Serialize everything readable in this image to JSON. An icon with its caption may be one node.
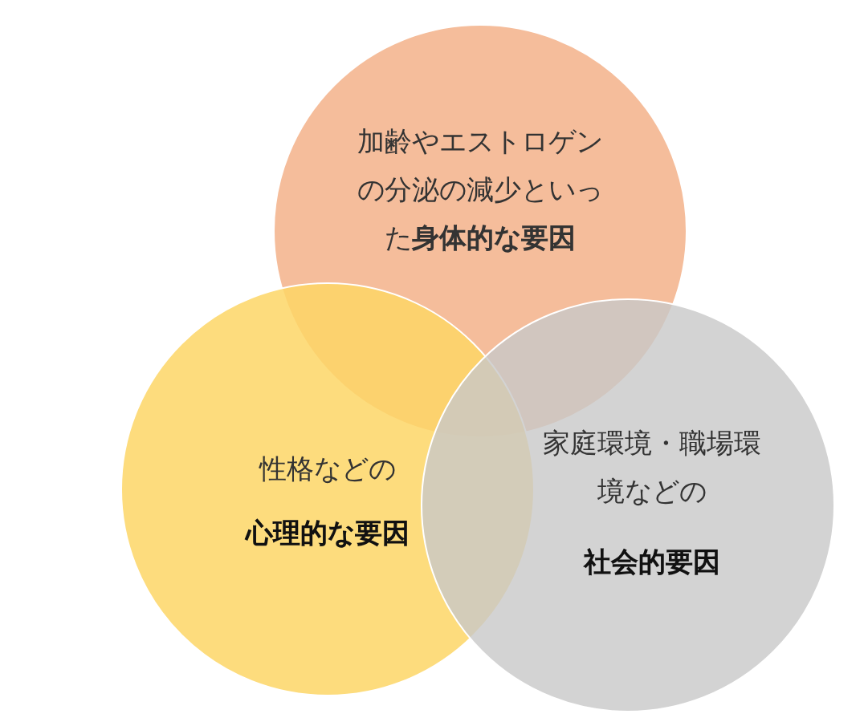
{
  "diagram": {
    "nodes": [
      {
        "text": [
          "加齢やエストロゲンの分泌の減少といった**身体的な要因**"
        ]
      },
      {
        "text": [
          "性格などの",
          "心理的な要因"
        ]
      },
      {
        "text": [
          "家庭環境・職場環境などの",
          "社会的要因"
        ]
      }
    ]
  }
}
